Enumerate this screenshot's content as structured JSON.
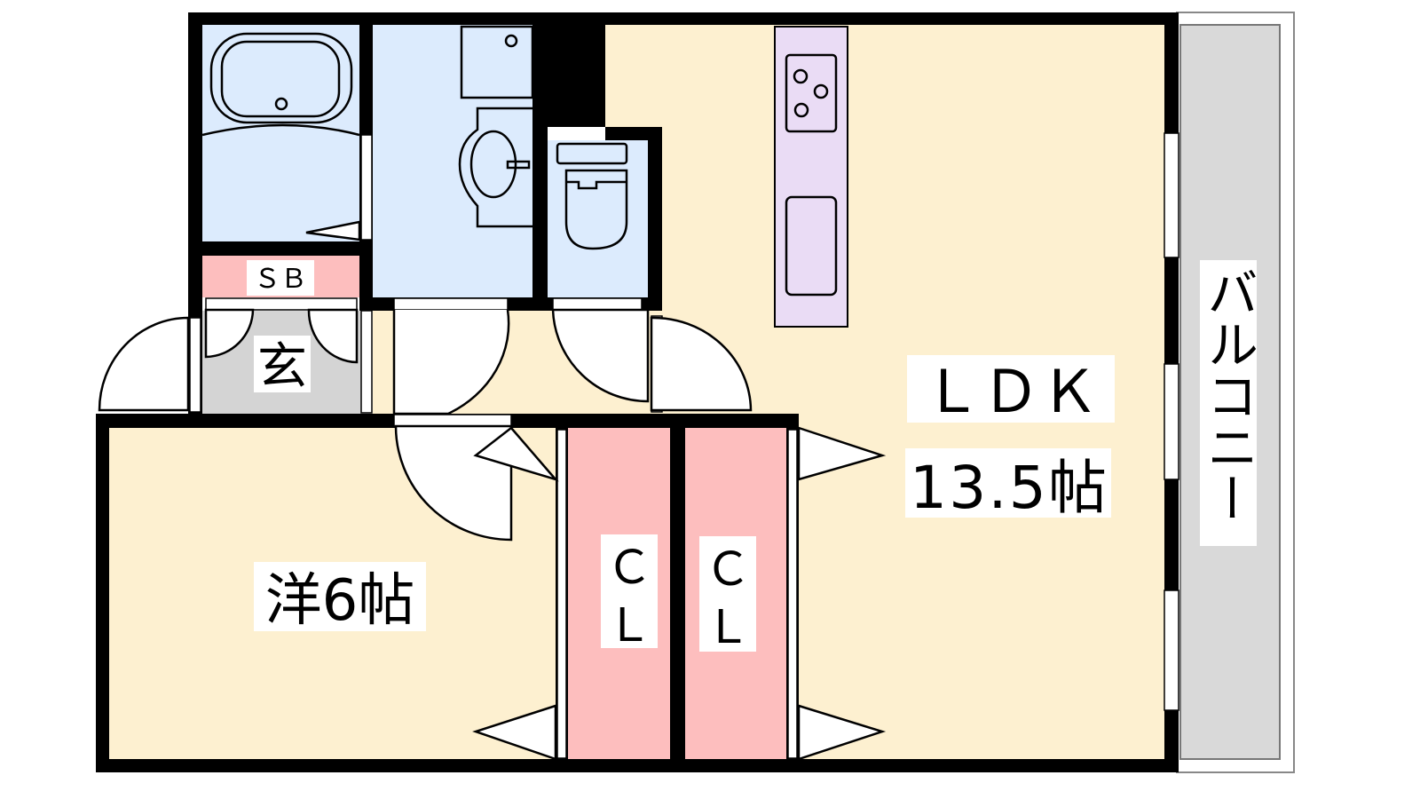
{
  "rooms": {
    "ldk": {
      "label": "ＬＤＫ",
      "size": "13.5帖"
    },
    "western": {
      "label": "洋6帖"
    },
    "closet1": {
      "line1": "Ｃ",
      "line2": "Ｌ"
    },
    "closet2": {
      "line1": "Ｃ",
      "line2": "Ｌ"
    },
    "balcony": {
      "label": "バルコニー"
    },
    "entrance": {
      "label": "玄"
    },
    "shoebox": {
      "label": "ＳＢ"
    }
  },
  "colors": {
    "wall": "#000000",
    "living": "#FDF0D0",
    "wet": "#DCEBFD",
    "closet": "#FDBEBE",
    "kitchen": "#EADCF5",
    "entrance": "#D4D4D4",
    "balcony": "#D9D9D9"
  }
}
